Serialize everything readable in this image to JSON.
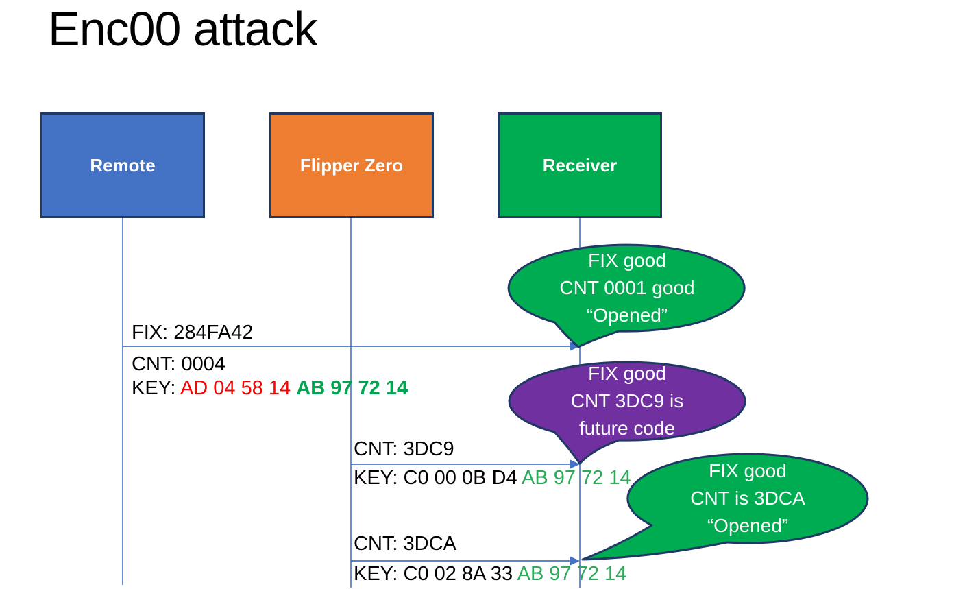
{
  "title": "Enc00 attack",
  "actors": [
    {
      "id": "remote",
      "label": "Remote"
    },
    {
      "id": "flipper",
      "label": "Flipper Zero"
    },
    {
      "id": "receiver",
      "label": "Receiver"
    }
  ],
  "messages": [
    {
      "fix": "FIX: 284FA42",
      "cnt": "CNT: 0004",
      "key_label": "KEY: ",
      "key_red": "AD 04 58 14 ",
      "key_green": "AB 97 72 14"
    },
    {
      "cnt": "CNT: 3DC9",
      "key_label": "KEY: ",
      "key_black": "C0 00 0B D4 ",
      "key_green": "AB 97 72 14"
    },
    {
      "cnt": "CNT: 3DCA",
      "key_label": "KEY: ",
      "key_black": "C0 02 8A 33 ",
      "key_green": "AB 97 72 14"
    }
  ],
  "callouts": [
    {
      "color": "green",
      "lines": [
        "FIX good",
        "CNT 0001 good",
        "“Opened”"
      ]
    },
    {
      "color": "purple",
      "lines": [
        "FIX good",
        "CNT 3DC9 is",
        "future code"
      ]
    },
    {
      "color": "green",
      "lines": [
        "FIX good",
        "CNT is 3DCA",
        "“Opened”"
      ]
    }
  ],
  "colors": {
    "remote": "#4472C4",
    "flipper": "#ED7D31",
    "receiver_green": "#00AC51",
    "callout_green": "#00AC51",
    "callout_purple": "#7030A0",
    "border": "#1F3864",
    "connector": "#4472C4",
    "key_red": "#FF0000",
    "key_green_bold": "#00A551",
    "key_green": "#29AB57"
  }
}
